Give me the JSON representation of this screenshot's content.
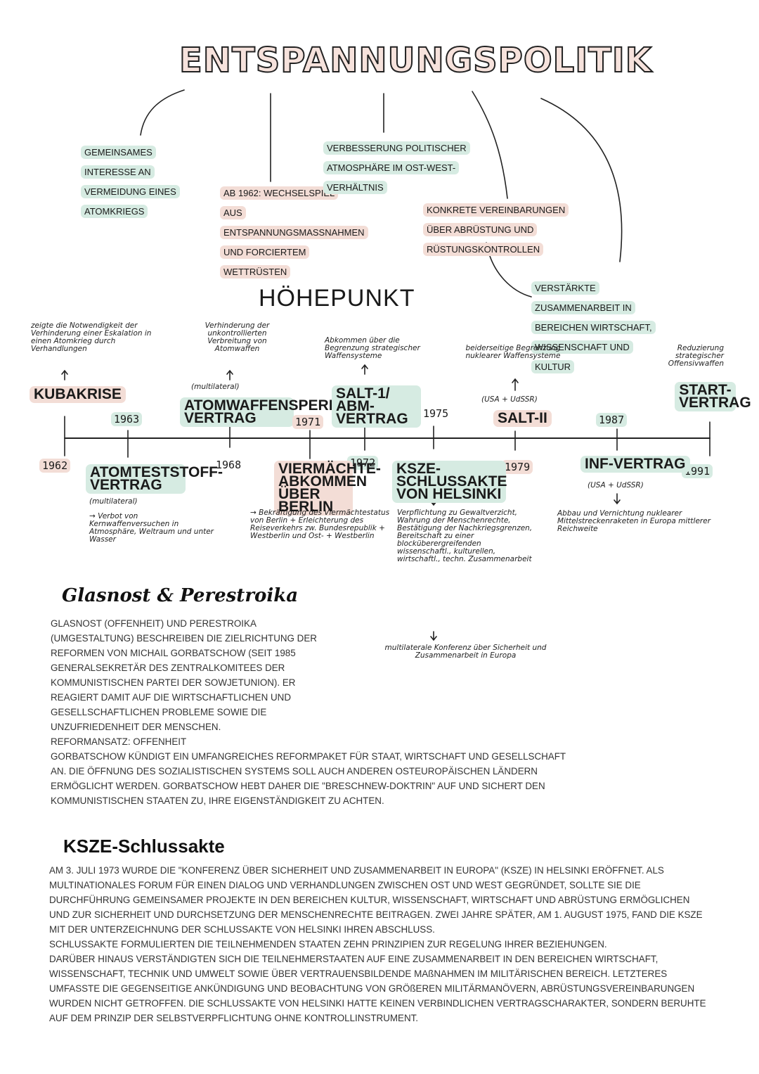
{
  "title": "ENTSPANNUNGSPOLITIK",
  "branches": {
    "gemeinsames": "GEMEINSAMES INTERESSE AN VERMEIDUNG EINES ATOMKRIEGS",
    "ab1962": "AB 1962: WECHSELSPIEL AUS ENTSPANNUNGSMAßNAHMEN UND FORCIERTEM WETTRÜSTEN",
    "verbesserung": "VERBESSERUNG POLITISCHER ATMOSPHÄRE IM OST-WEST-VERHÄLTNIS",
    "konkrete": "KONKRETE VEREINBARUNGEN ÜBER ABRÜSTUNG UND RÜSTUNGSKONTROLLEN",
    "verstaerkte": "VERSTÄRKTE ZUSAMMENARBEIT IN BEREICHEN WIRTSCHAFT, WISSENSCHAFT UND KULTUR"
  },
  "hoehepunkt": "HÖHEPUNKT",
  "timeline": {
    "years": {
      "y1962": "1962",
      "y1963": "1963",
      "y1968": "1968",
      "y1971": "1971",
      "y1972": "1972",
      "y1975": "1975",
      "y1979": "1979",
      "y1987": "1987",
      "y1991": "1991"
    },
    "events": {
      "kubakrise": "KUBAKRISE",
      "atomtest": "ATOMTESTSTOFF-VERTRAG",
      "atomwaffen": "ATOMWAFFENSPERR-VERTRAG",
      "viermaechte": "VIERMÄCHTE-ABKOMMEN ÜBER BERLIN",
      "salt1": "SALT-1/ ABM-VERTRAG",
      "ksze": "KSZE-SCHLUSSAKTE VON HELSINKI",
      "salt2": "SALT-II",
      "inf": "INF-VERTRAG",
      "start": "START-VERTRAG"
    },
    "notes": {
      "kubakrise": "zeigte die Notwendigkeit der Verhinderung einer Eskalation in einen Atomkrieg durch Verhandlungen",
      "atomwaffen_top": "Verhinderung der unkontrollierten Verbreitung von Atomwaffen",
      "atomwaffen_multi": "(multilateral)",
      "salt1": "Abkommen über die Begrenzung strategischer Waffensysteme",
      "salt2_top": "beiderseitige Begrenzung nuklearer Waffensysteme",
      "salt2_usa": "(USA + UdSSR)",
      "start": "Reduzierung strategischer Offensivwaffen",
      "atomtest_multi": "(multilateral)",
      "atomtest": "→ Verbot von Kernwaffenversuchen in Atmosphäre, Weltraum und unter Wasser",
      "viermaechte": "→ Bekräftigung des Viermächtestatus von Berlin + Erleichterung des Reiseverkehrs zw. Bundesrepublik + Westberlin und Ost- + Westberlin",
      "ksze1": "Verpflichtung zu Gewaltverzicht, Wahrung der Menschenrechte, Bestätigung der Nachkriegsgrenzen, Bereitschaft zu einer blocküberergreifenden wissenschaftl., kulturellen, wirtschaftl., techn. Zusammenarbeit",
      "ksze2": "multilaterale Konferenz über Sicherheit und Zusammenarbeit in Europa",
      "inf_usa": "(USA + UdSSR)",
      "inf": "Abbau und Vernichtung nuklearer Mittelstreckenraketen in Europa mittlerer Reichweite"
    }
  },
  "glasnost": {
    "heading": "Glasnost & Perestroika",
    "text": "GLASNOST (OFFENHEIT) UND PERESTROIKA (UMGESTALTUNG) BESCHREIBEN DIE ZIELRICHTUNG DER REFORMEN VON MICHAIL GORBATSCHOW (SEIT 1985 GENERALSEKRETÄR DES ZENTRALKOMITEES DER KOMMUNISTISCHEN PARTEI DER SOWJETUNION). ER REAGIERT DAMIT AUF DIE WIRTSCHAFTLICHEN UND GESELLSCHAFTLICHEN PROBLEME SOWIE DIE UNZUFRIEDENHEIT DER MENSCHEN.",
    "line2": "REFORMANSATZ: OFFENHEIT",
    "text2": "GORBATSCHOW KÜNDIGT EIN UMFANGREICHES REFORMPAKET FÜR STAAT, WIRTSCHAFT UND GESELLSCHAFT AN. DIE ÖFFNUNG DES SOZIALISTISCHEN SYSTEMS SOLL AUCH ANDEREN OSTEUROPÄISCHEN LÄNDERN ERMÖGLICHT WERDEN. GORBATSCHOW HEBT DAHER DIE \"BRESCHNEW-DOKTRIN\" AUF UND SICHERT DEN KOMMUNISTISCHEN STAATEN ZU, IHRE EIGENSTÄNDIGKEIT ZU ACHTEN."
  },
  "ksze_section": {
    "heading": "KSZE-Schlussakte",
    "text": "AM 3. JULI 1973 WURDE DIE \"KONFERENZ ÜBER SICHERHEIT UND ZUSAMMENARBEIT IN EUROPA\" (KSZE) IN HELSINKI ERÖFFNET. ALS MULTINATIONALES FORUM FÜR EINEN DIALOG UND VERHANDLUNGEN ZWISCHEN OST UND WEST GEGRÜNDET, SOLLTE SIE DIE DURCHFÜHRUNG GEMEINSAMER PROJEKTE IN DEN BEREICHEN KULTUR, WISSENSCHAFT, WIRTSCHAFT UND ABRÜSTUNG ERMÖGLICHEN UND ZUR SICHERHEIT UND DURCHSETZUNG DER MENSCHENRECHTE BEITRAGEN. ZWEI JAHRE SPÄTER, AM 1. AUGUST 1975, FAND DIE KSZE MIT DER UNTERZEICHNUNG DER SCHLUSSAKTE VON HELSINKI IHREN ABSCHLUSS.",
    "text2": "SCHLUSSAKTE FORMULIERTEN DIE TEILNEHMENDEN STAATEN ZEHN PRINZIPIEN ZUR REGELUNG IHRER BEZIEHUNGEN.",
    "text3": "DARÜBER HINAUS VERSTÄNDIGTEN SICH DIE TEILNEHMERSTAATEN AUF EINE ZUSAMMENARBEIT IN DEN BEREICHEN WIRTSCHAFT, WISSENSCHAFT, TECHNIK UND UMWELT SOWIE ÜBER VERTRAUENSBILDENDE MAßNAHMEN IM MILITÄRISCHEN BEREICH. LETZTERES UMFASSTE DIE GEGENSEITIGE ANKÜNDIGUNG UND BEOBACHTUNG VON GRÖßEREN MILITÄRMANÖVERN, ABRÜSTUNGSVEREINBARUNGEN WURDEN NICHT GETROFFEN. DIE SCHLUSSAKTE VON HELSINKI HATTE KEINEN VERBINDLICHEN VERTRAGSCHARAKTER, SONDERN BERUHTE AUF DEM PRINZIP DER SELBSTVERPFLICHTUNG OHNE KONTROLLINSTRUMENT."
  }
}
